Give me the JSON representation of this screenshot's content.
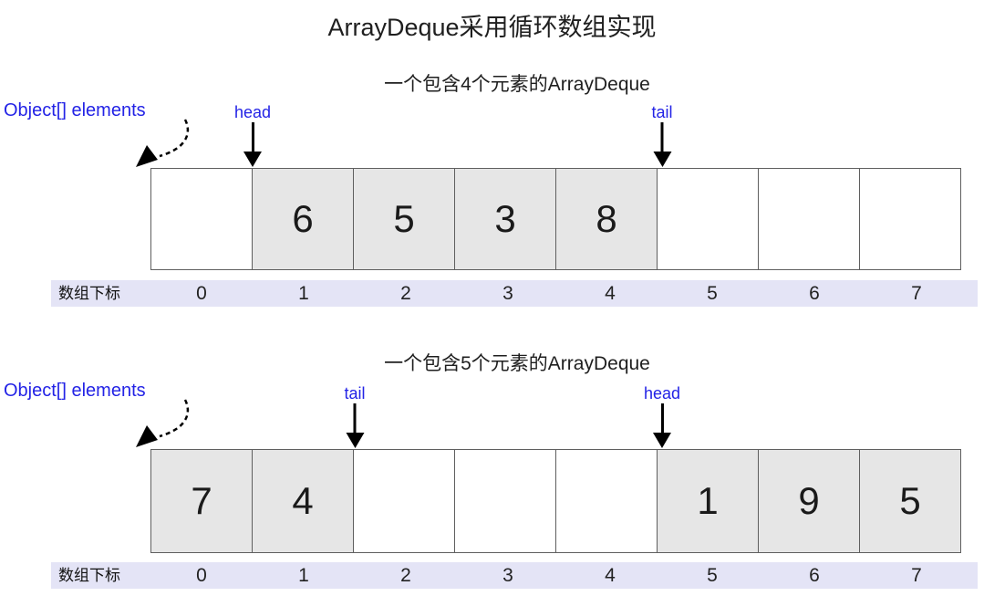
{
  "title": "ArrayDeque采用循环数组实现",
  "index_row_label": "数组下标",
  "diagrams": [
    {
      "subtitle": "一个包含4个元素的ArrayDeque",
      "elements_label": "Object[] elements",
      "pointers": [
        {
          "label": "head",
          "at_index": 1
        },
        {
          "label": "tail",
          "at_index": 5
        }
      ],
      "cells": [
        "",
        "6",
        "5",
        "3",
        "8",
        "",
        "",
        ""
      ],
      "indices": [
        "0",
        "1",
        "2",
        "3",
        "4",
        "5",
        "6",
        "7"
      ]
    },
    {
      "subtitle": "一个包含5个元素的ArrayDeque",
      "elements_label": "Object[] elements",
      "pointers": [
        {
          "label": "tail",
          "at_index": 2
        },
        {
          "label": "head",
          "at_index": 5
        }
      ],
      "cells": [
        "7",
        "4",
        "",
        "",
        "",
        "1",
        "9",
        "5"
      ],
      "indices": [
        "0",
        "1",
        "2",
        "3",
        "4",
        "5",
        "6",
        "7"
      ]
    }
  ],
  "colors": {
    "filled_cell": "#e6e6e6",
    "index_band": "#e4e4f6",
    "label_blue": "#2323e6",
    "border": "#5f5f5f"
  }
}
